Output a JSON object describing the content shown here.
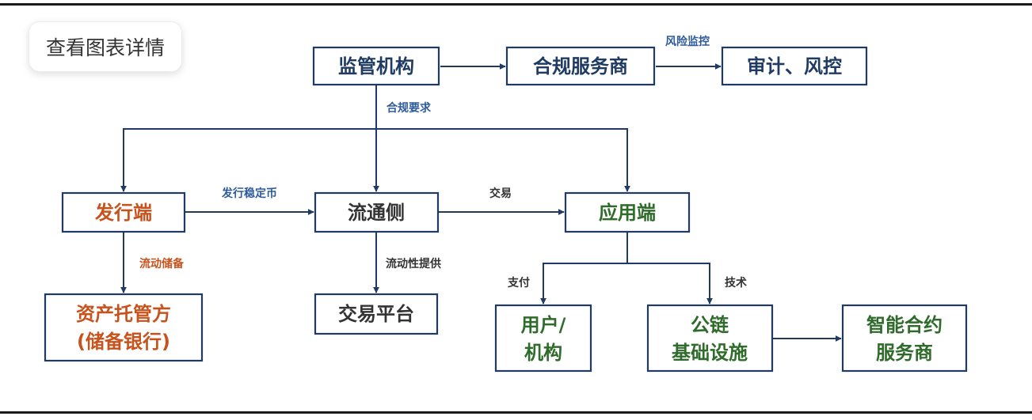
{
  "view_button": {
    "label": "查看图表详情"
  },
  "colors": {
    "navy": "#1f3b63",
    "blue": "#2e5a9c",
    "orange": "#c8521c",
    "green": "#2f6b2a",
    "dark": "#333333"
  },
  "nodes": {
    "regulator": {
      "label": "监管机构"
    },
    "compliance_provider": {
      "label": "合规服务商"
    },
    "audit": {
      "label": "审计、风控"
    },
    "issuer": {
      "label": "发行端"
    },
    "circulation": {
      "label": "流通侧"
    },
    "application": {
      "label": "应用端"
    },
    "custodian": {
      "line1": "资产托管方",
      "line2": "(储备银行)"
    },
    "exchange": {
      "label": "交易平台"
    },
    "users": {
      "line1": "用户/",
      "line2": "机构"
    },
    "public_chain": {
      "line1": "公链",
      "line2": "基础设施"
    },
    "smart_contract": {
      "line1": "智能合约",
      "line2": "服务商"
    }
  },
  "edges": {
    "risk_monitoring": "风险监控",
    "compliance_requirements": "合规要求",
    "issue_stablecoin": "发行稳定币",
    "trade": "交易",
    "liquidity_reserve": "流动储备",
    "liquidity_provision": "流动性提供",
    "payment": "支付",
    "technology": "技术"
  }
}
